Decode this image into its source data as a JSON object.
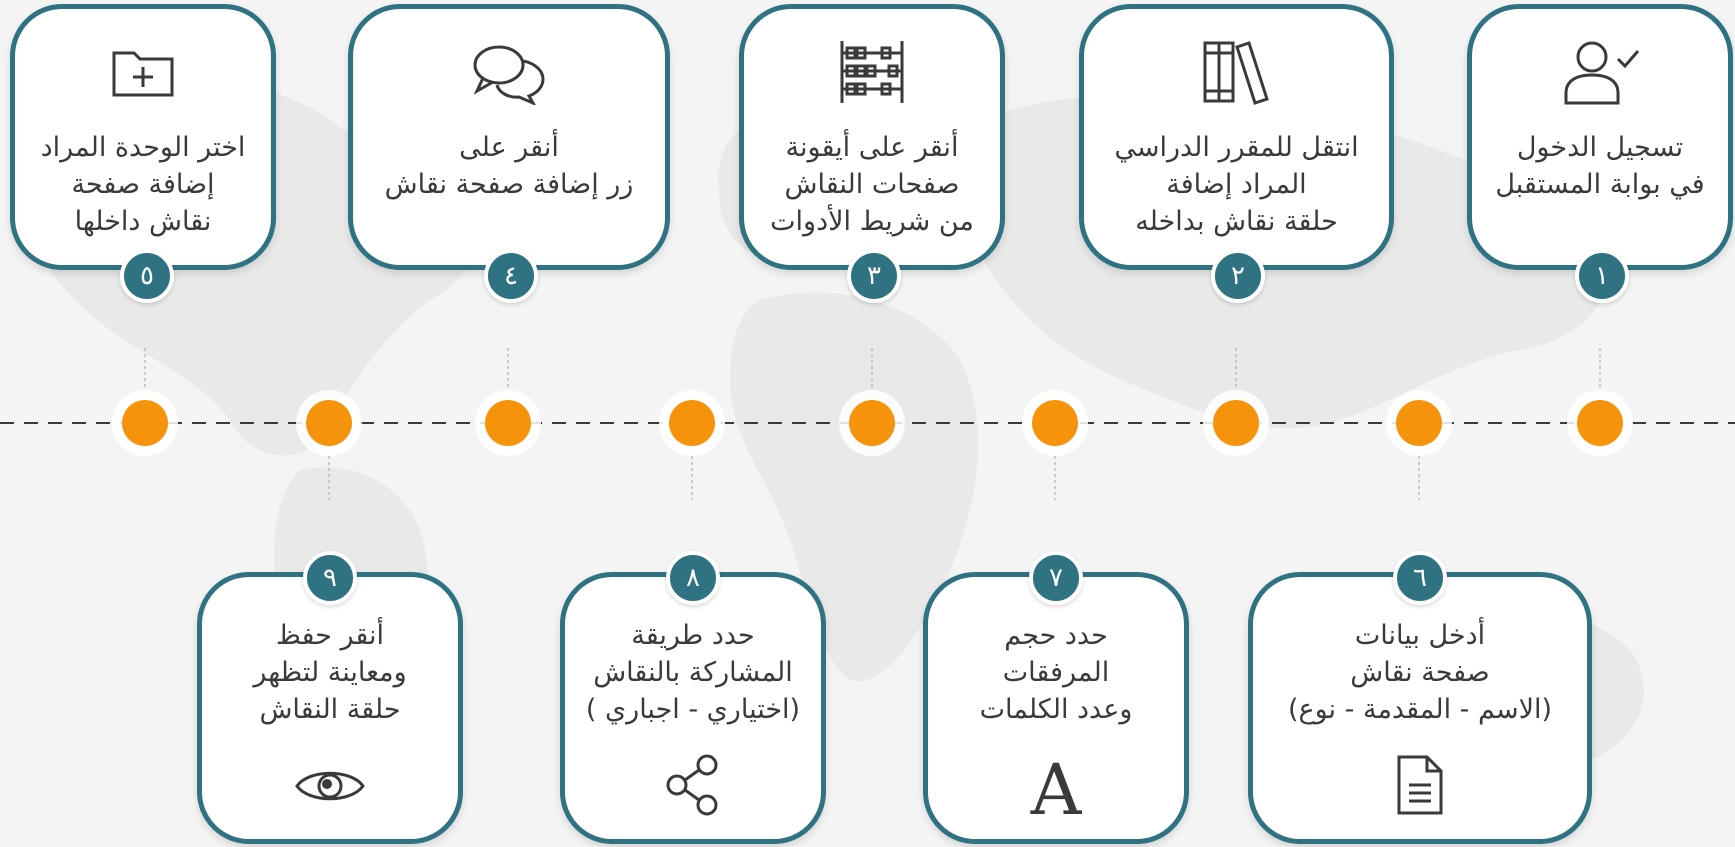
{
  "colors": {
    "teal": "#2f7281",
    "orange": "#f5930a",
    "text": "#3a3a3a"
  },
  "steps": [
    {
      "number": "١",
      "lines": [
        "تسجيل الدخول",
        "في بوابة المستقبل"
      ],
      "icon": "user-check-icon"
    },
    {
      "number": "٢",
      "lines": [
        "انتقل للمقرر الدراسي",
        "المراد إضافة",
        "حلقة نقاش بداخله"
      ],
      "icon": "books-icon"
    },
    {
      "number": "٣",
      "lines": [
        "أنقر على أيقونة",
        "صفحات النقاش",
        "من شريط الأدوات"
      ],
      "icon": "abacus-icon"
    },
    {
      "number": "٤",
      "lines": [
        "أنقر على",
        "زر إضافة صفحة نقاش"
      ],
      "icon": "chat-bubbles-icon"
    },
    {
      "number": "٥",
      "lines": [
        "اختر الوحدة المراد",
        "إضافة صفحة",
        "نقاش داخلها"
      ],
      "icon": "folder-plus-icon"
    },
    {
      "number": "٦",
      "lines": [
        "أدخل بيانات",
        "صفحة نقاش",
        "(الاسم - المقدمة - نوع)"
      ],
      "icon": "document-icon"
    },
    {
      "number": "٧",
      "lines": [
        "حدد حجم",
        "المرفقات",
        "وعدد الكلمات"
      ],
      "icon": "letter-a-icon",
      "icon_text": "A"
    },
    {
      "number": "٨",
      "lines": [
        "حدد طريقة",
        "المشاركة بالنقاش",
        "(اختياري - اجباري )"
      ],
      "icon": "share-icon"
    },
    {
      "number": "٩",
      "lines": [
        "أنقر حفظ",
        "ومعاينة لتظهر",
        "حلقة النقاش"
      ],
      "icon": "eye-icon"
    }
  ]
}
